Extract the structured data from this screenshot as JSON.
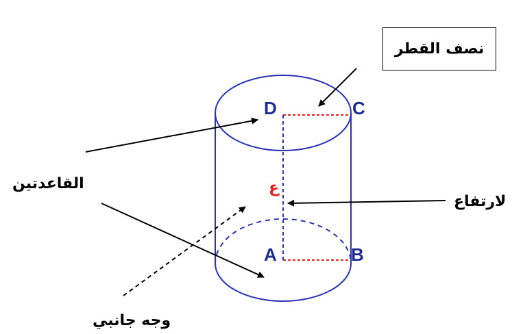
{
  "labels": {
    "radius": "نصف القطر",
    "bases": "القاعدتين",
    "height": "لارتفاع",
    "lateral_face": "وجه جانبي",
    "height_symbol": "ع"
  },
  "points": {
    "A": "A",
    "B": "B",
    "C": "C",
    "D": "D"
  },
  "colors": {
    "cylinder": "#2a33b5",
    "radius_line": "#e02020",
    "arrows": "#000000",
    "point_labels": "#1c2b8c"
  }
}
